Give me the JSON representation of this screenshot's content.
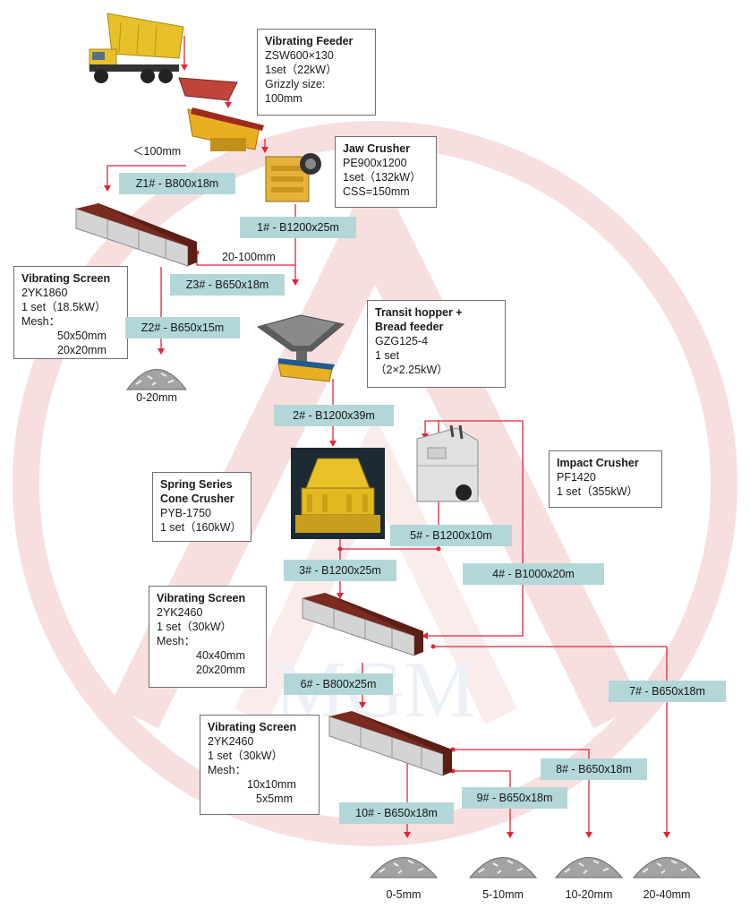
{
  "colors": {
    "line": "#e0263a",
    "belt": "#b3d7d9",
    "watermark": "#f7d3d3"
  },
  "watermark": "MGM",
  "boxes": {
    "vib_feeder": {
      "title": "Vibrating Feeder",
      "lines": [
        "ZSW600×130",
        "1set（22kW）",
        "Grizzly size:",
        "100mm"
      ]
    },
    "jaw": {
      "title": "Jaw Crusher",
      "lines": [
        "PE900x1200",
        "1set（132kW）",
        "CSS=150mm"
      ]
    },
    "vs1": {
      "title": "Vibrating Screen",
      "lines": [
        "2YK1860",
        "1 set（18.5kW）",
        "Mesh："
      ],
      "mesh": [
        "50x50mm",
        "20x20mm"
      ]
    },
    "transit": {
      "title": "Transit hopper +",
      "title2": "Bread feeder",
      "lines": [
        "GZG125-4",
        "1 set",
        "（2×2.25kW）"
      ]
    },
    "impact": {
      "title": "Impact Crusher",
      "lines": [
        "PF1420",
        "1 set（355kW）"
      ]
    },
    "cone": {
      "title": "Spring Series",
      "title2": "Cone Crusher",
      "lines": [
        "PYB-1750",
        "1 set（160kW）"
      ]
    },
    "vs2": {
      "title": "Vibrating Screen",
      "lines": [
        "2YK2460",
        "1 set（30kW）",
        "Mesh："
      ],
      "mesh": [
        "40x40mm",
        "20x20mm"
      ]
    },
    "vs3": {
      "title": "Vibrating Screen",
      "lines": [
        "2YK2460",
        "1 set（30kW）",
        "Mesh："
      ],
      "mesh": [
        "10x10mm",
        "5x5mm"
      ]
    }
  },
  "belts": {
    "z1": "Z1# - B800x18m",
    "b1": "1# - B1200x25m",
    "z3": "Z3# - B650x18m",
    "z2": "Z2# - B650x15m",
    "b2": "2# - B1200x39m",
    "b5": "5# - B1200x10m",
    "b3": "3# - B1200x25m",
    "b4": "4# - B1000x20m",
    "b6": "6# - B800x25m",
    "b7": "7# - B650x18m",
    "b8": "8# - B650x18m",
    "b9": "9# - B650x18m",
    "b10": "10# - B650x18m"
  },
  "labels": {
    "lt100": "＜100mm",
    "range": "20-100mm"
  },
  "products": {
    "p1": "0-20mm",
    "p2": "0-5mm",
    "p3": "5-10mm",
    "p4": "10-20mm",
    "p5": "20-40mm"
  }
}
